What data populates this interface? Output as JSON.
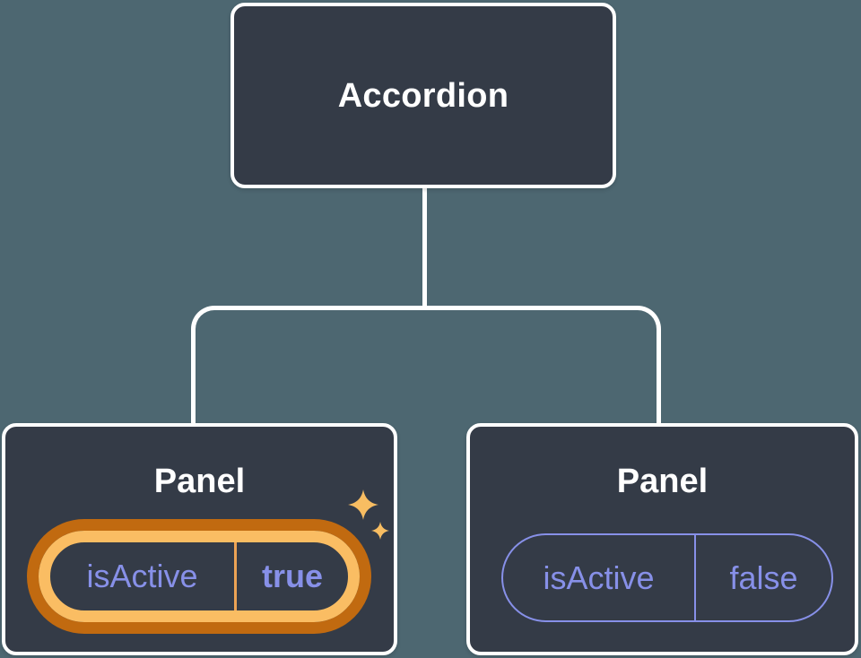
{
  "diagram": {
    "root": {
      "label": "Accordion"
    },
    "panels": [
      {
        "label": "Panel",
        "state_key": "isActive",
        "state_value": "true",
        "active": true,
        "highlight": "orange-glow-with-sparkles"
      },
      {
        "label": "Panel",
        "state_key": "isActive",
        "state_value": "false",
        "active": false
      }
    ]
  },
  "icons": {
    "sparkle_large": "sparkle-icon",
    "sparkle_small": "sparkle-icon"
  },
  "colors": {
    "bg": "#4d6771",
    "card": "#343b47",
    "node-border": "#ffffff",
    "connector": "#ffffff",
    "text": "#ffffff",
    "purple": "#8790e8",
    "amber": "#fabd63",
    "orange": "#c16a10",
    "divider": "#eca355",
    "gold": "#f8bd62"
  }
}
